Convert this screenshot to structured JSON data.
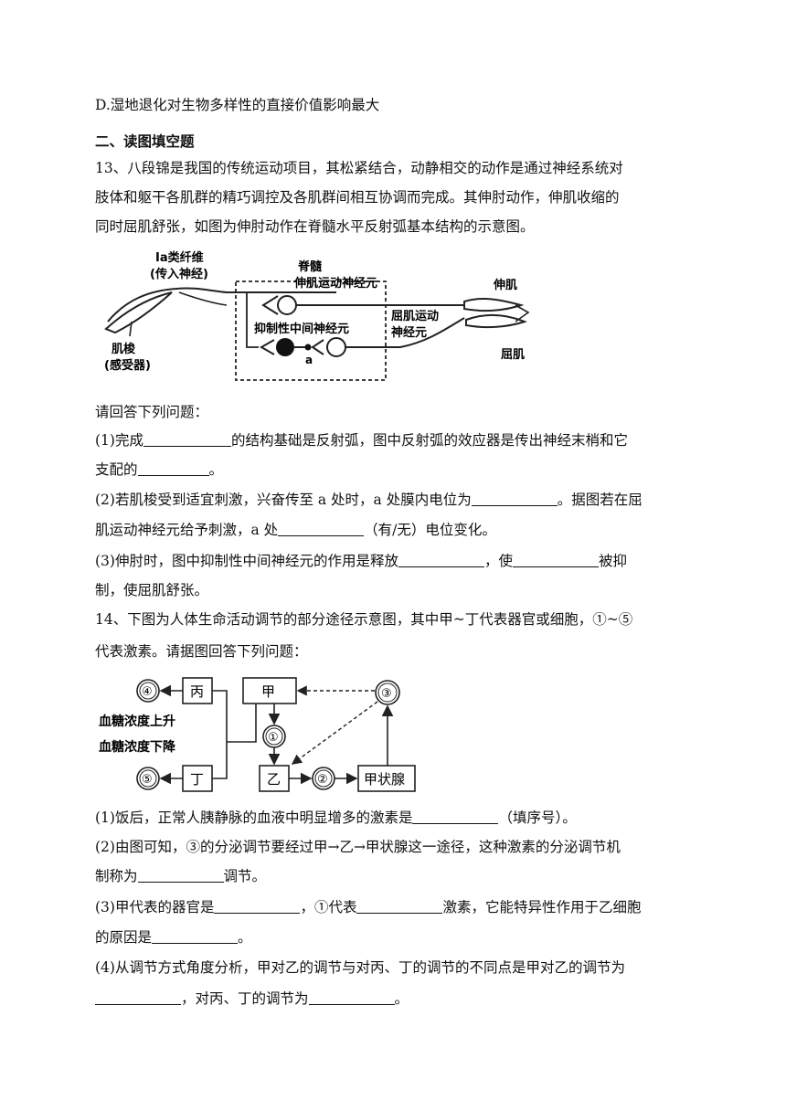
{
  "option_d": "D.湿地退化对生物多样性的直接价值影响最大",
  "section_title": "二、读图填空题",
  "q13": {
    "stem": [
      "13、八段锦是我国的传统运动项目，其松紧结合，动静相交的动作是通过神经系统对",
      "肢体和躯干各肌群的精巧调控及各肌群间相互协调而完成。其伸肘动作，伸肌收缩的",
      "同时屈肌舒张，如图为伸肘动作在脊髓水平反射弧基本结构的示意图。"
    ],
    "figure": {
      "fiber_label_1": "Ia类纤维",
      "fiber_label_2": "(传入神经)",
      "spinal": "脊髓",
      "extensor_motor": "伸肌运动神经元",
      "inhibitory": "抑制性中间神经元",
      "flexor_motor_1": "屈肌运动",
      "flexor_motor_2": "神经元",
      "point_a": "a",
      "spindle_1": "肌梭",
      "spindle_2": "(感受器)",
      "extensor": "伸肌",
      "flexor": "屈肌"
    },
    "prompt": "请回答下列问题：",
    "p1_a": "(1)完成",
    "p1_b": "的结构基础是反射弧，图中反射弧的效应器是传出神经末梢和它",
    "p1_c": "支配的",
    "p1_d": "。",
    "p2_a": "(2)若肌梭受到适宜刺激，兴奋传至 a 处时，a 处膜内电位为",
    "p2_b": "。据图若在屈",
    "p2_c": "肌运动神经元给予刺激，a 处",
    "p2_d": "（有/无）电位变化。",
    "p3_a": "(3)伸肘时，图中抑制性中间神经元的作用是释放",
    "p3_b": "，使",
    "p3_c": "被抑",
    "p3_d": "制，使屈肌舒张。"
  },
  "q14": {
    "stem": [
      "14、下图为人体生命活动调节的部分途径示意图，其中甲~丁代表器官或细胞，①~⑤",
      "代表激素。请据图回答下列问题："
    ],
    "figure": {
      "jia": "甲",
      "yi": "乙",
      "bing": "丙",
      "ding": "丁",
      "thyroid": "甲状腺",
      "h1": "①",
      "h2": "②",
      "h3": "③",
      "h4": "④",
      "h5": "⑤",
      "glucose_up": "血糖浓度上升",
      "glucose_down": "血糖浓度下降"
    },
    "p1_a": "(1)饭后，正常人胰静脉的血液中明显增多的激素是",
    "p1_b": "（填序号）。",
    "p2_a": "(2)由图可知，③的分泌调节要经过甲→乙→甲状腺这一途径，这种激素的分泌调节机",
    "p2_b": "制称为",
    "p2_c": "调节。",
    "p3_a": "(3)甲代表的器官是",
    "p3_b": "，①代表",
    "p3_c": "激素，它能特异性作用于乙细胞",
    "p3_d": "的原因是",
    "p3_e": "。",
    "p4_a": "(4)从调节方式角度分析，甲对乙的调节与对丙、丁的调节的不同点是甲对乙的调节为",
    "p4_b": "，对丙、丁的调节为",
    "p4_c": "。"
  }
}
